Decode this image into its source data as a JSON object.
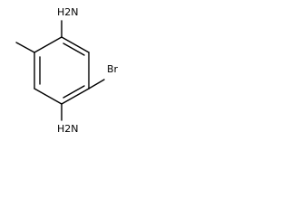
{
  "molecule": {
    "labels": {
      "nh2_top": "H2N",
      "nh2_bottom": "H2N",
      "bromine": "Br"
    },
    "colors": {
      "bond": "#000000",
      "text": "#000000",
      "background": "#ffffff"
    }
  }
}
